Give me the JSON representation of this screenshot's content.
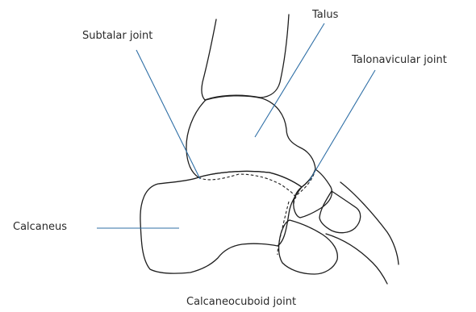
{
  "labels": {
    "talus": "Talus",
    "subtalar_joint": "Subtalar joint",
    "talonavicular_joint": "Talonavicular joint",
    "calcaneus": "Calcaneus",
    "calcaneocuboid_joint": "Calcaneocuboid joint"
  },
  "colors": {
    "outline": "#1e1e1e",
    "leader_line": "#2f6fa6",
    "text": "#2a2a2a",
    "background": "#ffffff"
  }
}
